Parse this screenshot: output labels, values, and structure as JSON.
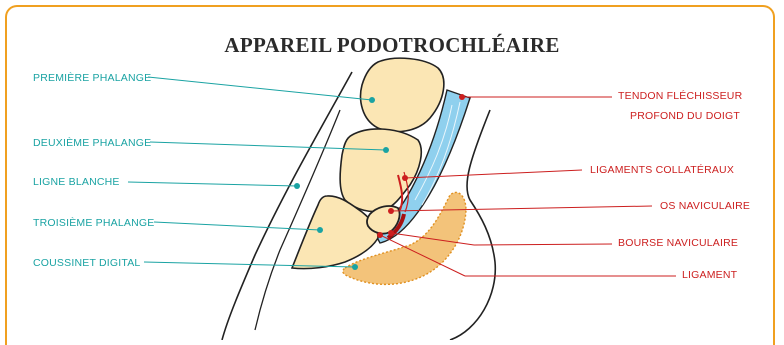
{
  "title": "APPAREIL PODOTROCHLÉAIRE",
  "colors": {
    "frame": "#f0a020",
    "left_labels": "#1aa3a3",
    "right_labels": "#cc1f1f",
    "bone": "#fbe6b4",
    "tendon": "#8fd0ee",
    "digital_cushion": "#f3c37a"
  },
  "labels": {
    "left": [
      "PREMIÈRE PHALANGE",
      "DEUXIÈME PHALANGE",
      "LIGNE BLANCHE",
      "TROISIÈME PHALANGE",
      "COUSSINET DIGITAL"
    ],
    "right": [
      "TENDON FLÉCHISSEUR",
      "PROFOND DU DOIGT",
      "LIGAMENTS COLLATÉRAUX",
      "OS NAVICULAIRE",
      "BOURSE NAVICULAIRE",
      "LIGAMENT"
    ]
  }
}
